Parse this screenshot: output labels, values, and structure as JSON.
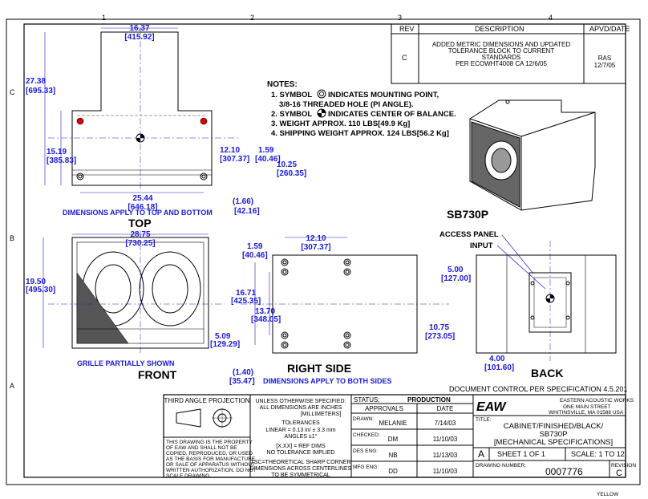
{
  "zones": {
    "top": [
      "1",
      "2",
      "3",
      "4"
    ],
    "left": [
      "C",
      "B",
      "A"
    ]
  },
  "revision_table": {
    "headers": [
      "REV",
      "DESCRIPTION",
      "APVD/DATE"
    ],
    "rev": "C",
    "desc_lines": [
      "ADDED METRIC DIMENSIONS AND UPDATED",
      "TOLERANCE BLOCK TO CURRENT",
      "STANDARDS",
      "PER ECOWHT4008 CA 12/6/05"
    ],
    "apvd_lines": [
      "RAS",
      "12/7/05"
    ]
  },
  "notes": {
    "title": "NOTES:",
    "lines": [
      "1. SYMBOL",
      "INDICATES MOUNTING POINT,",
      "3/8-16 THREADED HOLE (PI ANGLE).",
      "2. SYMBOL",
      "INDICATES CENTER OF BALANCE.",
      "3. WEIGHT APPROX. 110 LBS[49.9 Kg]",
      "4. SHIPPING WEIGHT APPROX. 124 LBS[56.2 Kg]"
    ]
  },
  "views": {
    "top": "TOP",
    "top_caption": "DIMENSIONS APPLY TO TOP AND BOTTOM",
    "front": "FRONT",
    "right_side": "RIGHT SIDE",
    "right_caption": "DIMENSIONS APPLY TO BOTH SIDES",
    "back": "BACK",
    "model": "SB730P",
    "grille": "GRILLE PARTIALLY SHOWN",
    "access_panel": "ACCESS PANEL",
    "input": "INPUT"
  },
  "dims": {
    "top_w": "16.37",
    "top_w_m": "[415.92]",
    "top_h": "27.38",
    "top_h_m": "[695.33]",
    "top_h2": "15.19",
    "top_h2_m": "[385.83]",
    "top_d1": "12.10",
    "top_d1_m": "[307.37]",
    "top_d2": "1.59",
    "top_d2_m": "[40.46]",
    "top_d3": "10.25",
    "top_d3_m": "[260.35]",
    "top_base": "25.44",
    "top_base_m": "[646.18]",
    "top_off": "(1.66)",
    "top_off_m": "[42.16]",
    "front_w": "28.75",
    "front_w_m": "[730.25]",
    "front_h": "19.50",
    "front_h_m": "[495.30]",
    "front_off": "5.09",
    "front_off_m": "[129.29]",
    "rs_a": "1.59",
    "rs_a_m": "[40.46]",
    "rs_b": "12.10",
    "rs_b_m": "[307.37]",
    "rs_c": "16.71",
    "rs_c_m": "[425.35]",
    "rs_d": "13.70",
    "rs_d_m": "[348.05]",
    "rs_e": "(1.40)",
    "rs_e_m": "[35.47]",
    "bk_a": "5.00",
    "bk_a_m": "[127.00]",
    "bk_b": "10.75",
    "bk_b_m": "[273.05]",
    "bk_c": "4.00",
    "bk_c_m": "[101.60]"
  },
  "doc_control": "DOCUMENT CONTROL PER SPECIFICATION 4.5.201",
  "projection": "THIRD ANGLE PROJECTION",
  "tolerance": {
    "lines": [
      "UNLESS OTHERWISE SPECIFIED:",
      "ALL DIMENSIONS ARE INCHES",
      "[MILLIMETERS]",
      "TOLERANCES",
      "LINEAR = 0.13 in/ ± 3.3 mm",
      "ANGLES ±1°",
      "[X.XX] = REF DIMS",
      "NO TOLERANCE IMPLIED",
      "TSC=THEORETICAL SHARP CORNER",
      "DIMENSIONS ACROSS CENTERLINES",
      "TO BE SYMMETRICAL"
    ]
  },
  "property": [
    "THIS DRAWING IS THE PROPERTY",
    "OF EAW AND SHALL NOT BE",
    "COPIED, REPRODUCED, OR USED",
    "AS THE BASIS FOR MANUFACTURE",
    "OR SALE OF APPARATUS WITHOUT",
    "WRITTEN AUTHORIZATION. DO NOT",
    "SCALE DRAWING."
  ],
  "status": {
    "label": "STATUS:",
    "value": "PRODUCTION"
  },
  "approvals": {
    "headers": [
      "APPROVALS",
      "DATE"
    ],
    "rows": [
      {
        "role": "DRAWN:",
        "name": "MELANIE",
        "date": "7/14/03"
      },
      {
        "role": "CHECKED:",
        "name": "DM",
        "date": "11/10/03"
      },
      {
        "role": "DES ENG:",
        "name": "NB",
        "date": "11/13/03"
      },
      {
        "role": "MFG ENG:",
        "name": "DD",
        "date": "11/10/03"
      }
    ]
  },
  "company": {
    "logo": "EAW",
    "name": "EASTERN ACOUSTIC WORKS",
    "addr1": "ONE MAIN STREET",
    "addr2": "WHITINSVILLE, MA  01588  USA"
  },
  "title_block": {
    "title_label": "TITLE:",
    "title_lines": [
      "CABINET/FINISHED/BLACK/",
      "SB730P",
      "[MECHANICAL SPECIFICATIONS]"
    ],
    "size": "A",
    "sheet": "SHEET 1 OF 1",
    "scale": "SCALE: 1 TO 12",
    "drawing_label": "DRAWING NUMBER:",
    "drawing_number": "0007776",
    "revision_label": "REVISION",
    "revision": "C",
    "footer": "YELLOW"
  }
}
